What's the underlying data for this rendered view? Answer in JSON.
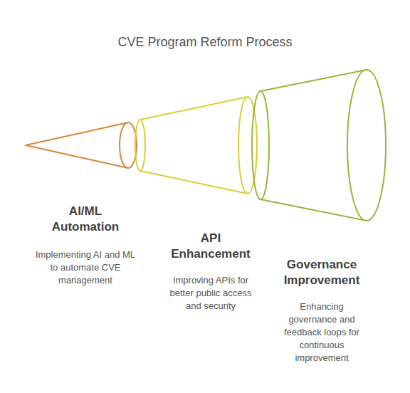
{
  "diagram": {
    "title": "CVE Program Reform Process",
    "nodes": [
      {
        "text": [
          "AI/ML Automation",
          "Implementing AI and ML to automate CVE management"
        ]
      },
      {
        "text": [
          "API Enhancement",
          "Improving APIs for better public access and security"
        ]
      },
      {
        "text": [
          "Governance Improvement",
          "Enhancing governance and feedback loops for continuous improvement"
        ]
      }
    ]
  }
}
